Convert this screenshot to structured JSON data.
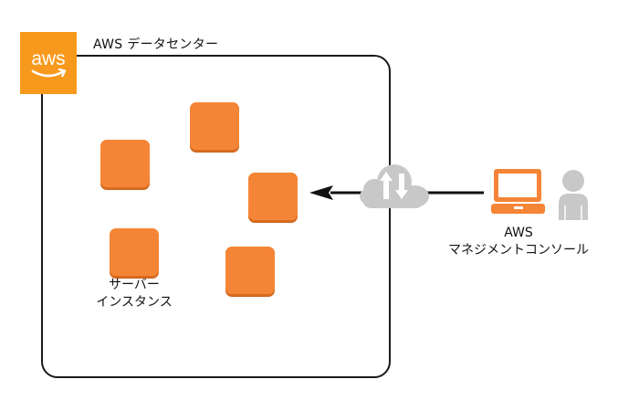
{
  "datacenter": {
    "title": "AWS データセンター",
    "logo_text": "aws"
  },
  "servers": {
    "label_line1": "サーバー",
    "label_line2": "インスタンス",
    "count": 5
  },
  "console": {
    "label_line1": "AWS",
    "label_line2": "マネジメントコンソール"
  },
  "colors": {
    "server_orange": "#f58536",
    "aws_orange": "#f7991c",
    "cloud_gray": "#c8c8c8",
    "user_gray": "#c8c8c8",
    "line_black": "#111111"
  },
  "icons": {
    "logo": "aws-logo-icon",
    "cloud": "cloud-upload-download-icon",
    "laptop": "laptop-icon",
    "user": "user-icon"
  }
}
